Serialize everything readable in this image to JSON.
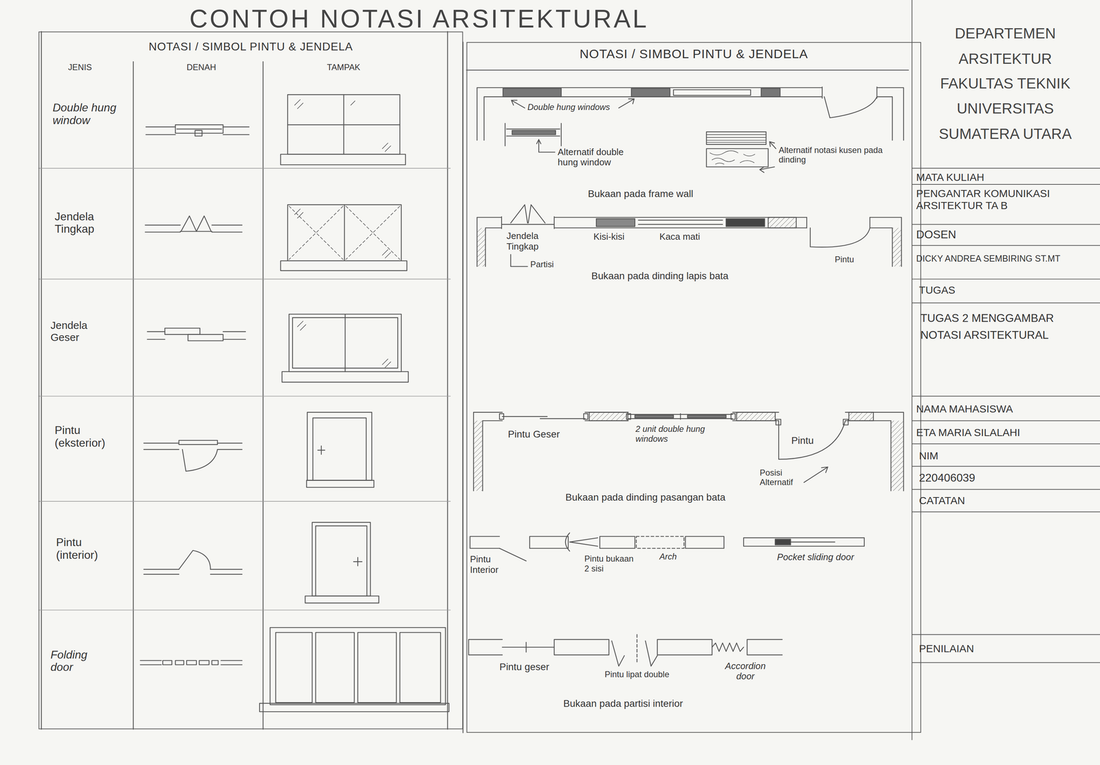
{
  "diagram": {
    "title": "CONTOH NOTASI ARSITEKTURAL",
    "nodes": [
      {
        "text": [
          "NOTASI / SIMBOL PINTU & JENDELA"
        ]
      },
      {
        "text": [
          "NOTASI / SIMBOL PINTU & JENDELA"
        ]
      }
    ],
    "labels": [
      "JENIS",
      "DENAH",
      "TAMPAK",
      "Double hung window",
      "Jendela Tingkap",
      "Jendela Geser",
      "Pintu (eksterior)",
      "Pintu (interior)",
      "Folding door",
      "Double hung windows",
      "Alternatif double hung window",
      "Alternatif notasi kusen pada dinding",
      "Bukaan pada frame wall",
      "Jendela Tingkap",
      "Kisi-kisi",
      "Kaca mati",
      "Pintu",
      "Partisi",
      "Bukaan pada dinding lapis bata",
      "Pintu Geser",
      "2 unit double hung windows",
      "Pintu",
      "Posisi Alternatif",
      "Bukaan pada dinding pasangan bata",
      "Pintu Interior",
      "Pintu bukaan 2 sisi",
      "Arch",
      "Pocket sliding door",
      "Pintu geser",
      "Pintu lipat double",
      "Accordion door",
      "Bukaan pada partisi interior",
      "DEPARTEMEN ARSITEKTUR FAKULTAS TEKNIK UNIVERSITAS SUMATERA UTARA",
      "MATA KULIAH",
      "PENGANTAR KOMUNIKASI ARSITEKTUR TA B",
      "DOSEN",
      "DICKY ANDREA SEMBIRING ST.MT",
      "TUGAS",
      "TUGAS 2 MENGGAMBAR NOTASI ARSITEKTURAL",
      "NAMA MAHASISWA",
      "ETA MARIA SILALAHI",
      "NIM",
      "220406039",
      "CATATAN",
      "PENILAIAN"
    ]
  }
}
